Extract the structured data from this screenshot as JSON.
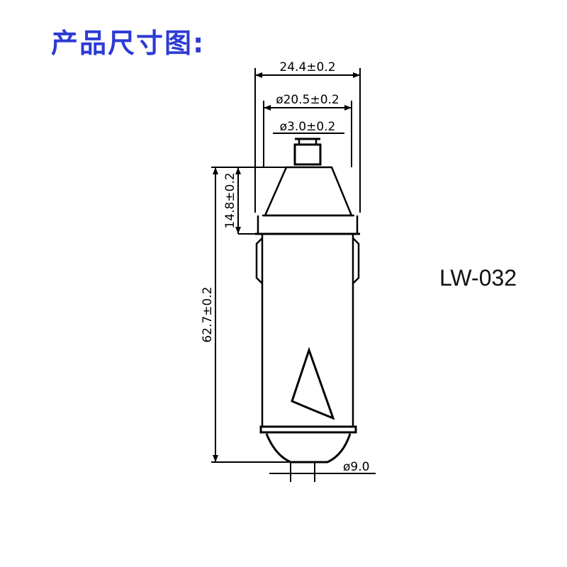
{
  "title": "产品尺寸图:",
  "model": "LW-032",
  "dimensions": {
    "overall_width": "24.4±0.2",
    "body_diameter": "ø20.5±0.2",
    "tip_diameter": "ø3.0±0.2",
    "cone_height": "14.8±0.2",
    "overall_length": "62.7±0.2",
    "end_diameter": "ø9.0"
  },
  "colors": {
    "title": "#2d3bd4",
    "line": "#000000"
  }
}
